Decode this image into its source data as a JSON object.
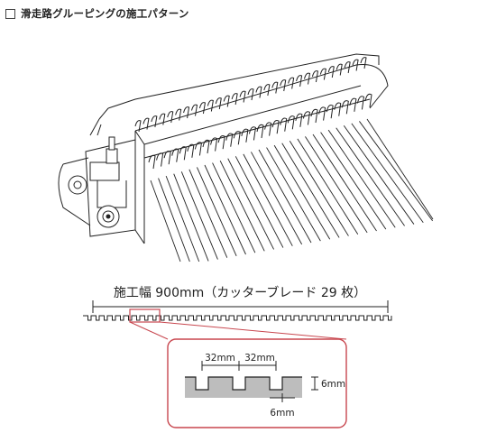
{
  "title": "滑走路グルーピングの施工パターン",
  "width_label": "施工幅 900mm（カッターブレード 29 枚）",
  "detail": {
    "pitch_1": "32mm",
    "pitch_2": "32mm",
    "depth": "6mm",
    "groove_width": "6mm"
  },
  "colors": {
    "callout": "#c8474f",
    "groove_fill": "#bdbdbd",
    "line": "#222222"
  }
}
